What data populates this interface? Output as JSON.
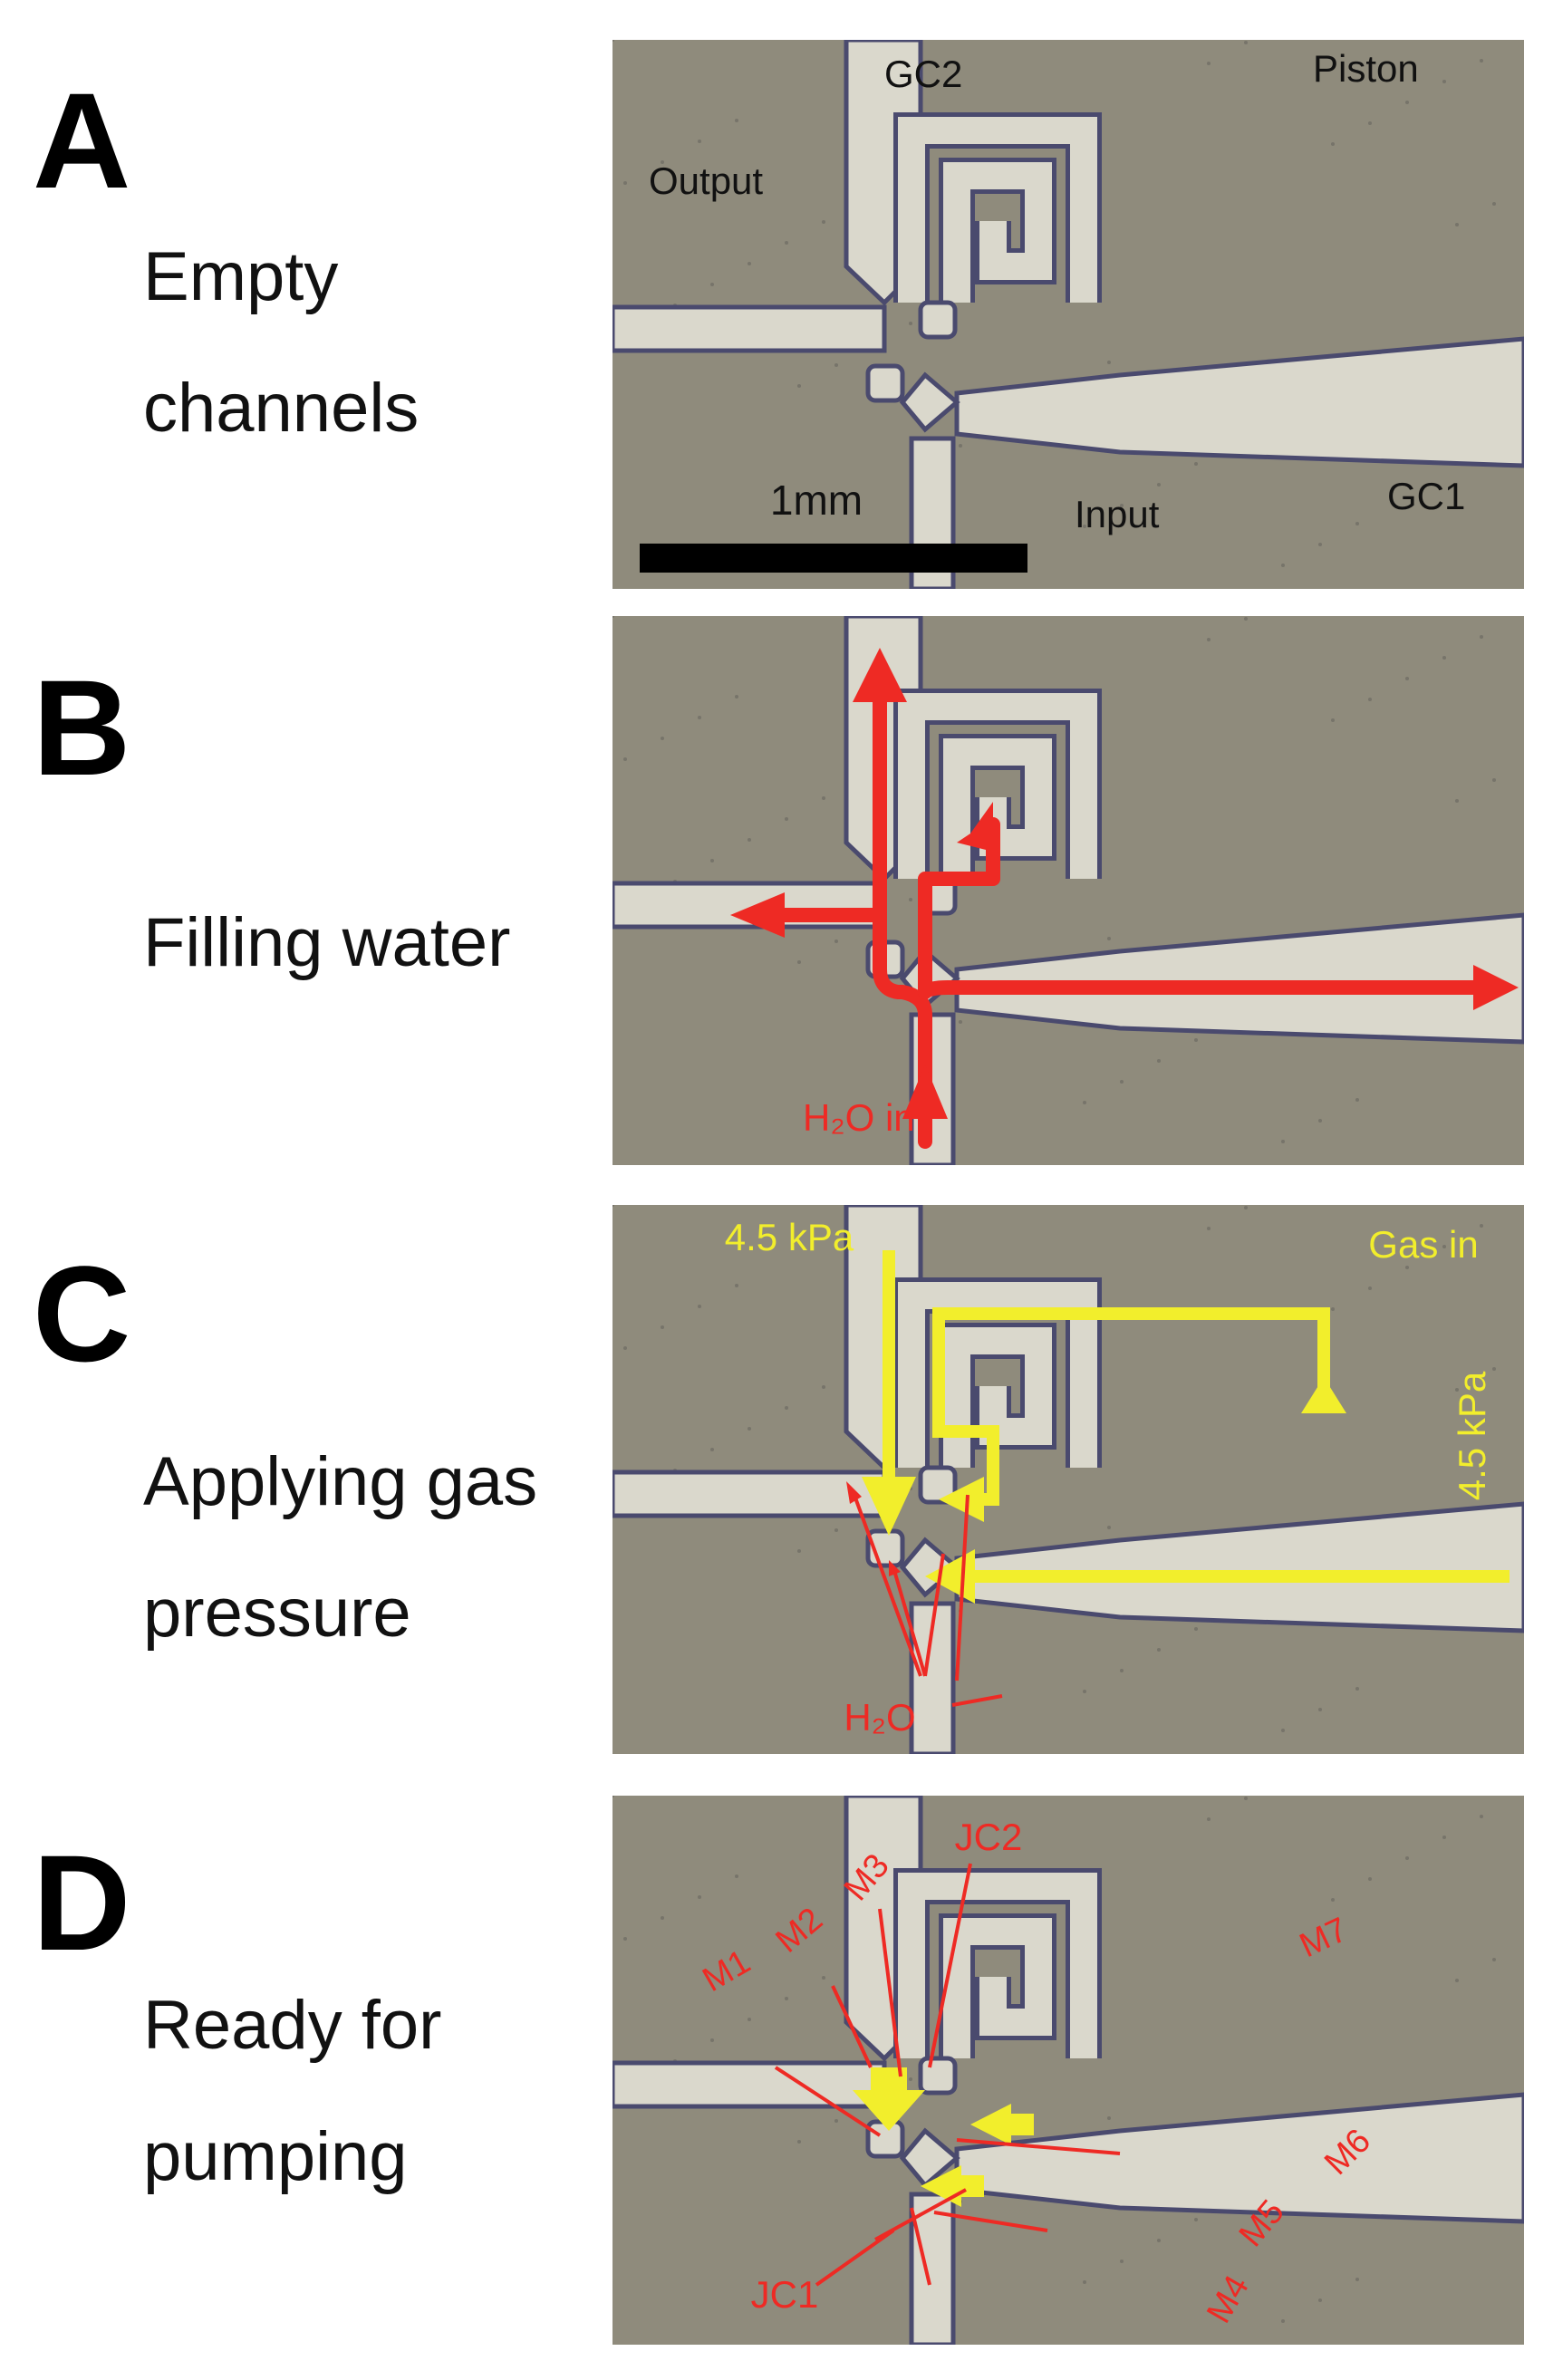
{
  "colors": {
    "annotation_red": "#ee2a24",
    "annotation_yellow": "#f2ee2c",
    "substrate": "#8f8b7c",
    "channel_empty": "#c7c4b5",
    "channel_filled": "#dad8cc",
    "scale_bar": "#000000"
  },
  "panels": [
    {
      "letter": "A",
      "caption_lines": [
        "Empty",
        "channels"
      ],
      "labels": {
        "gc2": "GC2",
        "piston": "Piston",
        "output": "Output",
        "input": "Input",
        "gc1": "GC1",
        "scale_bar": "1mm"
      }
    },
    {
      "letter": "B",
      "caption_lines": [
        "Filling water",
        ""
      ],
      "labels": {
        "h2o_in": "H₂O in"
      }
    },
    {
      "letter": "C",
      "caption_lines": [
        "Applying gas",
        "pressure"
      ],
      "labels": {
        "pressure_top": "4.5 kPa",
        "gas_in": "Gas in",
        "pressure_side": "4.5 kPa",
        "h2o": "H₂O"
      }
    },
    {
      "letter": "D",
      "caption_lines": [
        "Ready for",
        "pumping"
      ],
      "labels": {
        "jc2": "JC2",
        "m7": "M7",
        "m3": "M3",
        "m2": "M2",
        "m1": "M1",
        "m6": "M6",
        "m5": "M5",
        "m4": "M4",
        "jc1": "JC1"
      }
    }
  ]
}
